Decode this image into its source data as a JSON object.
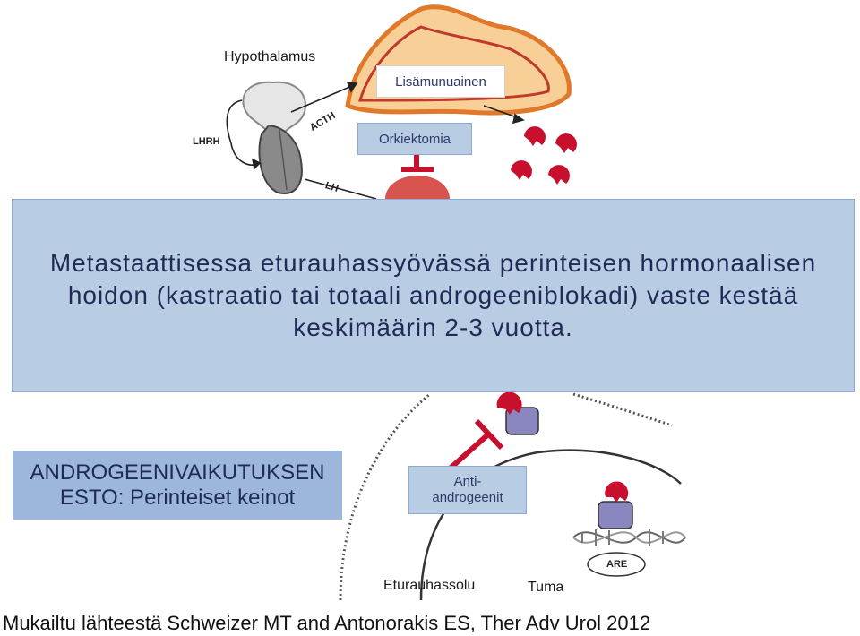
{
  "labels": {
    "hypothalamus": "Hypothalamus",
    "adrenal": "Lisämunuainen",
    "orchiectomy": "Orkiektomia",
    "lhrh": "LHRH",
    "acth": "ACTH",
    "lh": "LH",
    "are": "ARE",
    "prostate_cell": "Eturauhassolu",
    "nucleus": "Tuma"
  },
  "main_statement": "Metastaattisessa eturauhassyövässä perinteisen hormonaalisen hoidon (kastraatio tai totaali androgeeniblokadi) vaste kestää keskimäärin 2-3 vuotta.",
  "side_box": {
    "line1": "ANDROGEENIVAIKUTUKSEN",
    "line2": "ESTO: Perinteiset keinot"
  },
  "antiandrogen_box": {
    "line1": "Anti-",
    "line2": "androgeenit"
  },
  "footer": "Mukailtu lähteestä Schweizer MT and Antonorakis ES, Ther Adv Urol 2012",
  "colors": {
    "box_fill": "#b8cce4",
    "side_box_fill": "#9db7dc",
    "androgen_red": "#c8102e",
    "receptor_purple": "#8a86c0",
    "adrenal_orange": "#e07a2a"
  }
}
